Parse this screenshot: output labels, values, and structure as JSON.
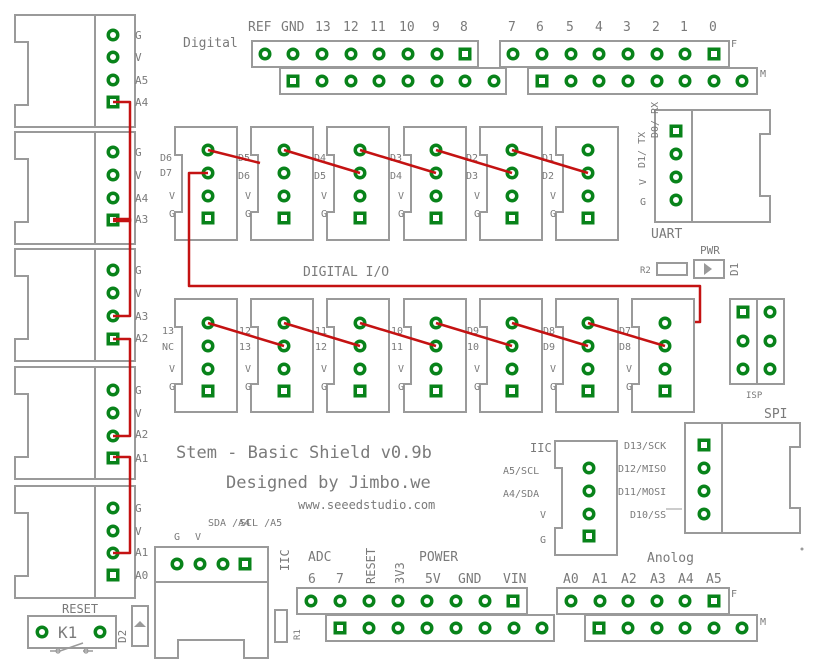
{
  "colors": {
    "outline": "#9a9a9a",
    "pad": "#08831a",
    "trace": "#c41212",
    "text": "#7a7a7a"
  },
  "digital": {
    "title": "Digital",
    "top_labels": [
      "REF",
      "GND",
      "13",
      "12",
      "11",
      "10",
      "9",
      "8",
      "7",
      "6",
      "5",
      "4",
      "3",
      "2",
      "1",
      "0"
    ],
    "f_mark": "F",
    "m_mark": "M"
  },
  "left_connectors": [
    {
      "labels": [
        "G",
        "V",
        "A5",
        "A4"
      ]
    },
    {
      "labels": [
        "G",
        "V",
        "A4",
        "A3"
      ]
    },
    {
      "labels": [
        "G",
        "V",
        "A3",
        "A2"
      ]
    },
    {
      "labels": [
        "G",
        "V",
        "A2",
        "A1"
      ]
    },
    {
      "labels": [
        "G",
        "V",
        "A1",
        "A0"
      ]
    }
  ],
  "io_top": [
    {
      "labels": [
        "D6",
        "D7",
        "V",
        "G"
      ]
    },
    {
      "labels": [
        "D5",
        "D6",
        "V",
        "G"
      ]
    },
    {
      "labels": [
        "D4",
        "D5",
        "V",
        "G"
      ]
    },
    {
      "labels": [
        "D3",
        "D4",
        "V",
        "G"
      ]
    },
    {
      "labels": [
        "D2",
        "D3",
        "V",
        "G"
      ]
    },
    {
      "labels": [
        "D1",
        "D2",
        "V",
        "G"
      ]
    }
  ],
  "io_bottom": [
    {
      "labels": [
        "13",
        "NC",
        "V",
        "G"
      ]
    },
    {
      "labels": [
        "12",
        "13",
        "V",
        "G"
      ]
    },
    {
      "labels": [
        "11",
        "12",
        "V",
        "G"
      ]
    },
    {
      "labels": [
        "10",
        "11",
        "V",
        "G"
      ]
    },
    {
      "labels": [
        "D9",
        "10",
        "V",
        "G"
      ]
    },
    {
      "labels": [
        "D8",
        "D9",
        "V",
        "G"
      ]
    },
    {
      "labels": [
        "D7",
        "D8",
        "V",
        "G"
      ]
    }
  ],
  "digital_io_title": "DIGITAL I/O",
  "uart": {
    "title": "UART",
    "labels": [
      "D1/ TX",
      "D0/ RX",
      "V",
      "G"
    ]
  },
  "pwr": {
    "label": "PWR",
    "r2": "R2",
    "d1": "D1"
  },
  "isp": {
    "label": "ISP"
  },
  "spi": {
    "title": "SPI",
    "labels": [
      "D13/SCK",
      "D12/MISO",
      "D11/MOSI",
      "D10/SS"
    ]
  },
  "iic_right": {
    "title": "IIC",
    "labels": [
      "A5/SCL",
      "A4/SDA",
      "V",
      "G"
    ]
  },
  "iic_left": {
    "title": "IIC",
    "labels": [
      "G",
      "V",
      "SDA /A4",
      "SCL /A5"
    ]
  },
  "branding": {
    "line1": "Stem - Basic Shield v0.9b",
    "line2": "Designed by Jimbo.we",
    "line3": "www.seeedstudio.com"
  },
  "power": {
    "adc": "ADC",
    "power": "POWER",
    "labels": [
      "6",
      "7",
      "RESET",
      "3V3",
      "5V",
      "GND",
      "VIN"
    ]
  },
  "analog": {
    "title": "Anolog",
    "labels": [
      "A0",
      "A1",
      "A2",
      "A3",
      "A4",
      "A5"
    ],
    "f_mark": "F",
    "m_mark": "M"
  },
  "reset": {
    "label": "RESET",
    "k1": "K1",
    "d2": "D2",
    "r1": "R1"
  }
}
